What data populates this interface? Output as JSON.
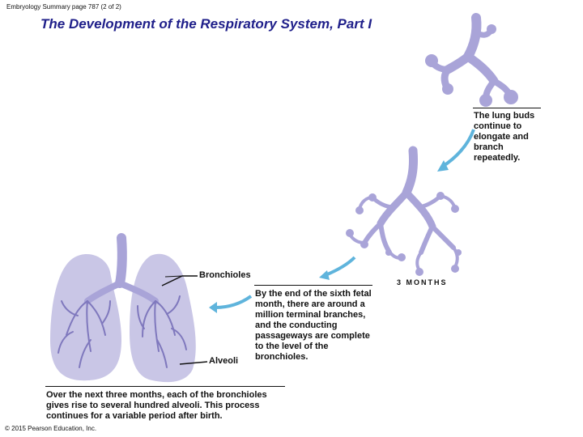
{
  "header": {
    "note": "Embryology Summary page 787 (2 of 2)",
    "title": "The Development of the Respiratory System, Part I"
  },
  "captions": {
    "lung_buds": "The lung buds continue to elongate and branch repeatedly.",
    "sixth_month": "By the end of the sixth fetal month, there are around a million terminal branches, and the conducting passageways are complete to the level of the bronchioles.",
    "three_months": "Over the next three months, each of the bronchioles gives rise to several hundred alveoli. This process continues for a variable period after birth."
  },
  "labels": {
    "bronchioles": "Bronchioles",
    "alveoli": "Alveoli",
    "three_months": "3 MONTHS"
  },
  "footer": {
    "copyright": "© 2015 Pearson Education, Inc."
  },
  "colors": {
    "title": "#1f1f8a",
    "airway": "#a9a4d8",
    "airway_dark": "#7f78bd",
    "lung": "#c9c6e6",
    "arrow": "#5fb4dc"
  }
}
